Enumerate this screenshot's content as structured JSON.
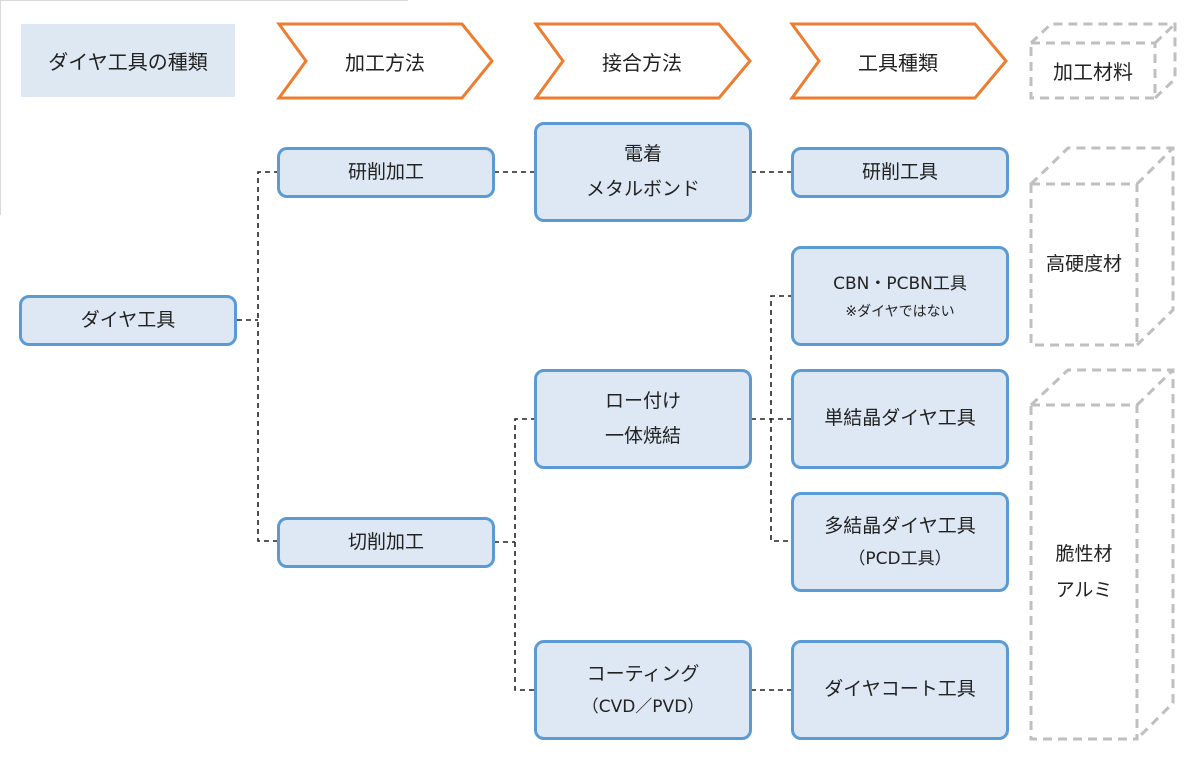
{
  "title": "ダイヤ工具の種類",
  "stages": [
    "加工方法",
    "接合方法",
    "工具種類"
  ],
  "materials_header": "加工材料",
  "root": "ダイヤ工具",
  "processes": {
    "grinding": "研削加工",
    "cutting": "切削加工"
  },
  "bonding": {
    "electro": [
      "電着",
      "メタルボンド"
    ],
    "brazing": [
      "ロー付け",
      "一体焼結"
    ],
    "coating": [
      "コーティング",
      "（CVD／PVD）"
    ]
  },
  "tools": {
    "grinding_tool": "研削工具",
    "cbn": [
      "CBN・PCBN工具",
      "※ダイヤではない"
    ],
    "single_crystal": "単結晶ダイヤ工具",
    "polycrystal": [
      "多結晶ダイヤ工具",
      "（PCD工具）"
    ],
    "coated": "ダイヤコート工具"
  },
  "materials": {
    "hard": "高硬度材",
    "brittle": [
      "脆性材",
      "アルミ"
    ]
  },
  "colors": {
    "node_fill": "#dde8f4",
    "node_border": "#5b9bd5",
    "arrow_border": "#ed7d31",
    "dashed_box": "#bfbfbf",
    "title_fill": "#dde8f3"
  }
}
